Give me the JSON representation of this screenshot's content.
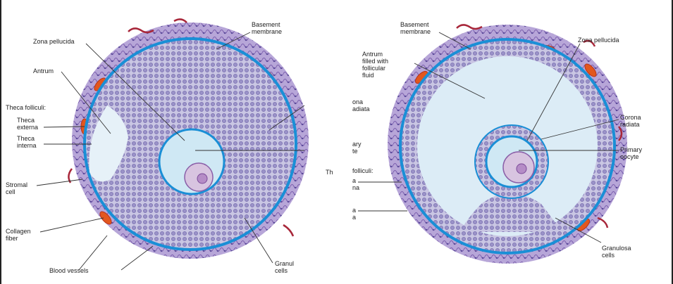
{
  "left_panel": {
    "labels": {
      "basement_membrane": "Basement\nmembrane",
      "zona_pellucida": "Zona pellucida",
      "antrum": "Antrum",
      "theca_folliculi": "Theca folliculi:",
      "theca_externa": "Theca\nexterna",
      "theca_interna": "Theca\ninterna",
      "stromal_cell": "Stromal\ncell",
      "collagen_fiber": "Collagen\nfiber",
      "blood_vessels": "Blood vessels",
      "granulosa_cells_cut": "Granul\ncells",
      "theca_cut": "Th"
    }
  },
  "right_panel": {
    "labels": {
      "basement_membrane": "Basement\nmembrane",
      "zona_pellucida": "Zona pellucida",
      "antrum": "Antrum\nfilled with\nfollicular\nfluid",
      "corona_radiata": "Corona\nradiata",
      "primary_oocyte": "Primary\noocyte",
      "granulosa_cells": "Granulosa\ncells",
      "cut_1": "ona\nadiata",
      "cut_2": "ary\nte",
      "cut_3": "folliculi:",
      "cut_4": "a\nna",
      "cut_5": "a\na"
    }
  },
  "colors": {
    "membrane": "#1a8fd6",
    "theca": "#7a6bb0",
    "vessel": "#e2571e",
    "granulosa": "#8f87c0",
    "fluid": "#dcecf6"
  }
}
